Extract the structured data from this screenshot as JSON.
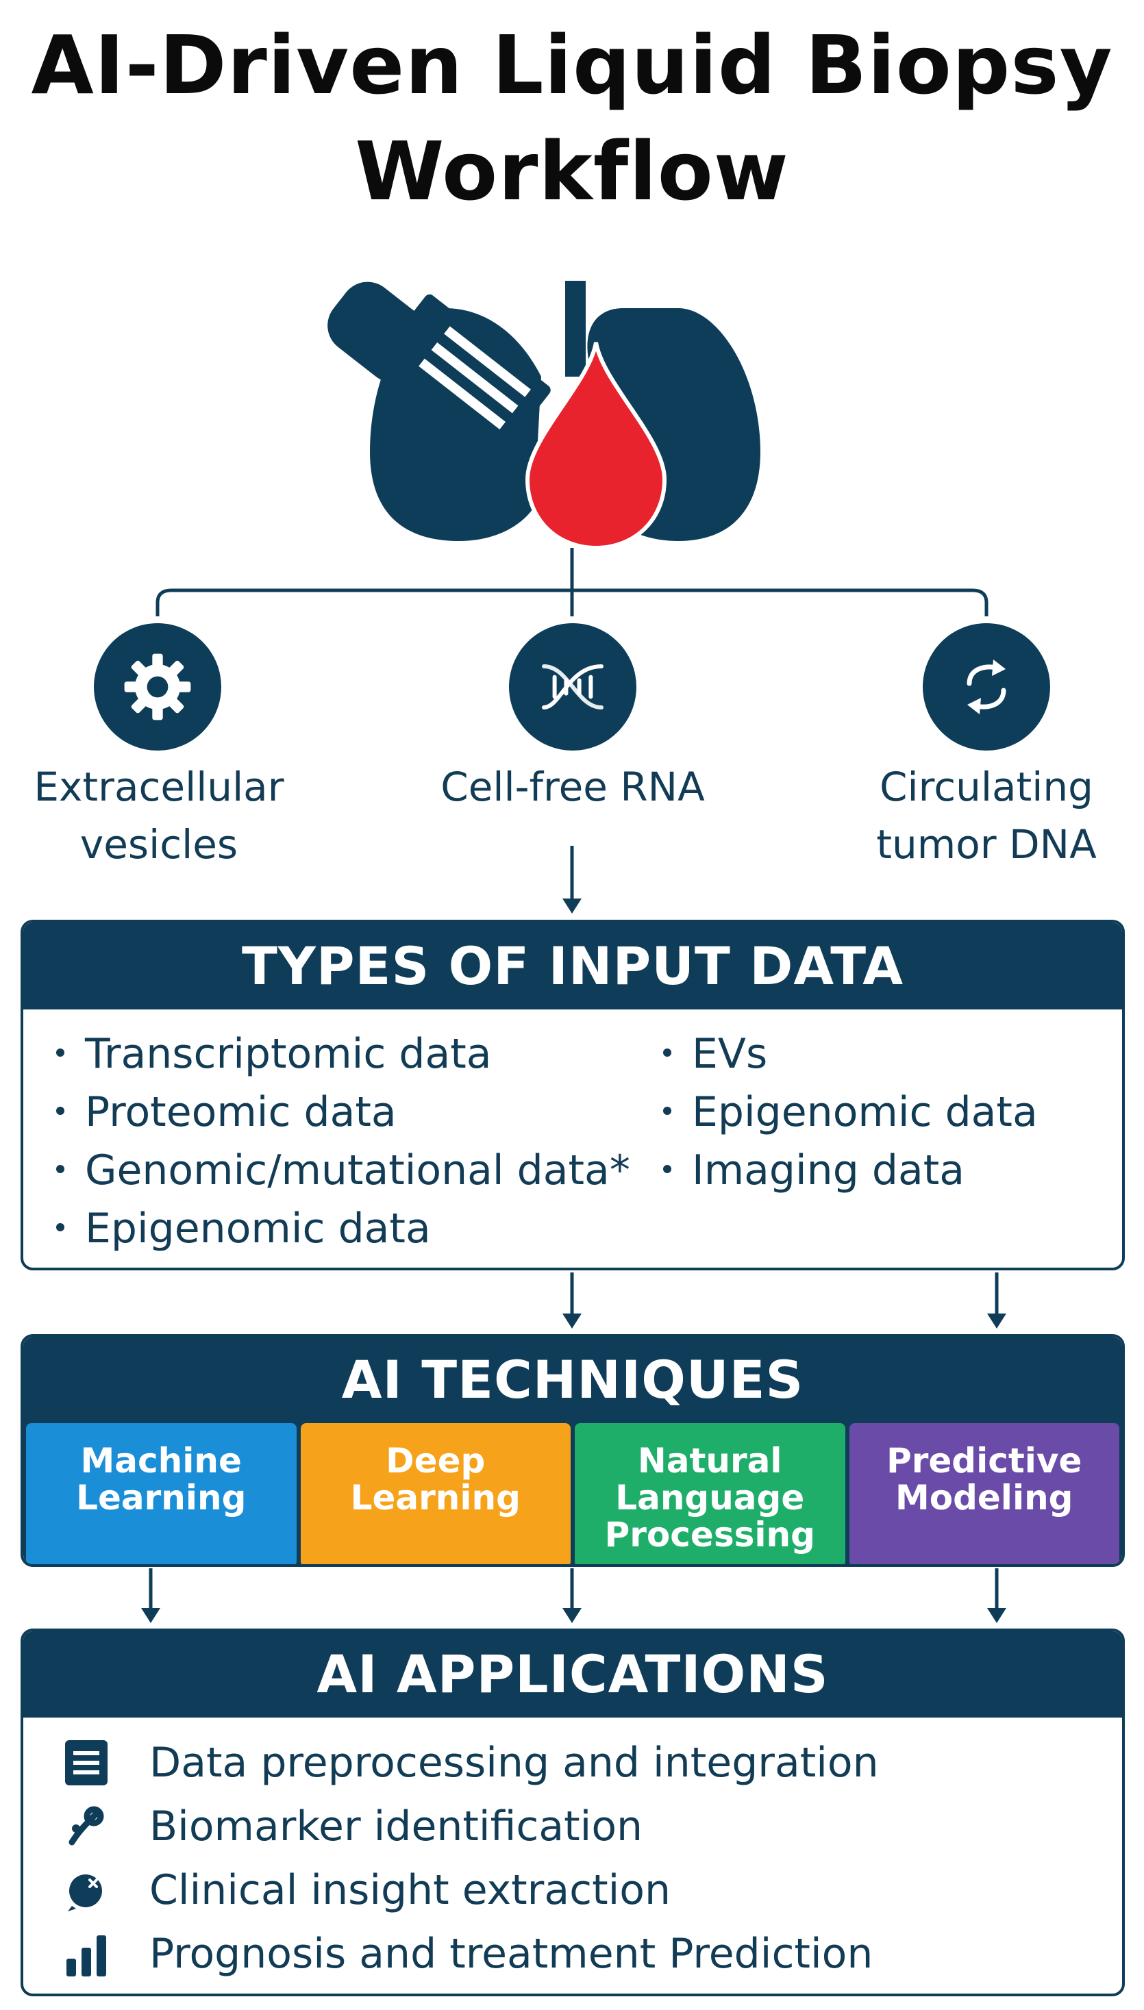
{
  "title": "AI-Driven Liquid Biopsy Workflow",
  "sources": [
    {
      "label_line1": "Extracellular",
      "label_line2": "vesicles",
      "icon": "gear-icon"
    },
    {
      "label_line1": "Cell-free RNA",
      "label_line2": "",
      "icon": "dna-icon"
    },
    {
      "label_line1": "Circulating",
      "label_line2": "tumor DNA",
      "icon": "cycle-arrows-icon"
    }
  ],
  "input_data": {
    "heading": "TYPES OF INPUT DATA",
    "left": [
      "Transcriptomic data",
      "Proteomic data",
      "Genomic/mutational data*",
      "Epigenomic data"
    ],
    "right": [
      "EVs",
      "Epigenomic data",
      "Imaging data"
    ]
  },
  "techniques": {
    "heading": "AI TECHNIQUES",
    "items": [
      {
        "label": "Machine\nLearning",
        "color": "#1a8fd8"
      },
      {
        "label": "Deep\nLearning",
        "color": "#f7a21b"
      },
      {
        "label": "Natural\nLanguage\nProcessing",
        "color": "#1fae6a"
      },
      {
        "label": "Predictive\nModeling",
        "color": "#6a4ba8"
      }
    ]
  },
  "applications": {
    "heading": "AI APPLICATIONS",
    "items": [
      {
        "label": "Data preprocessing and integration",
        "icon": "document-icon"
      },
      {
        "label": "Biomarker identification",
        "icon": "biomarker-icon"
      },
      {
        "label": "Clinical insight extraction",
        "icon": "insight-icon"
      },
      {
        "label": "Prognosis and treatment Prediction",
        "icon": "bar-chart-icon"
      }
    ]
  },
  "colors": {
    "navy": "#0f3d59",
    "blood": "#e8232d"
  }
}
